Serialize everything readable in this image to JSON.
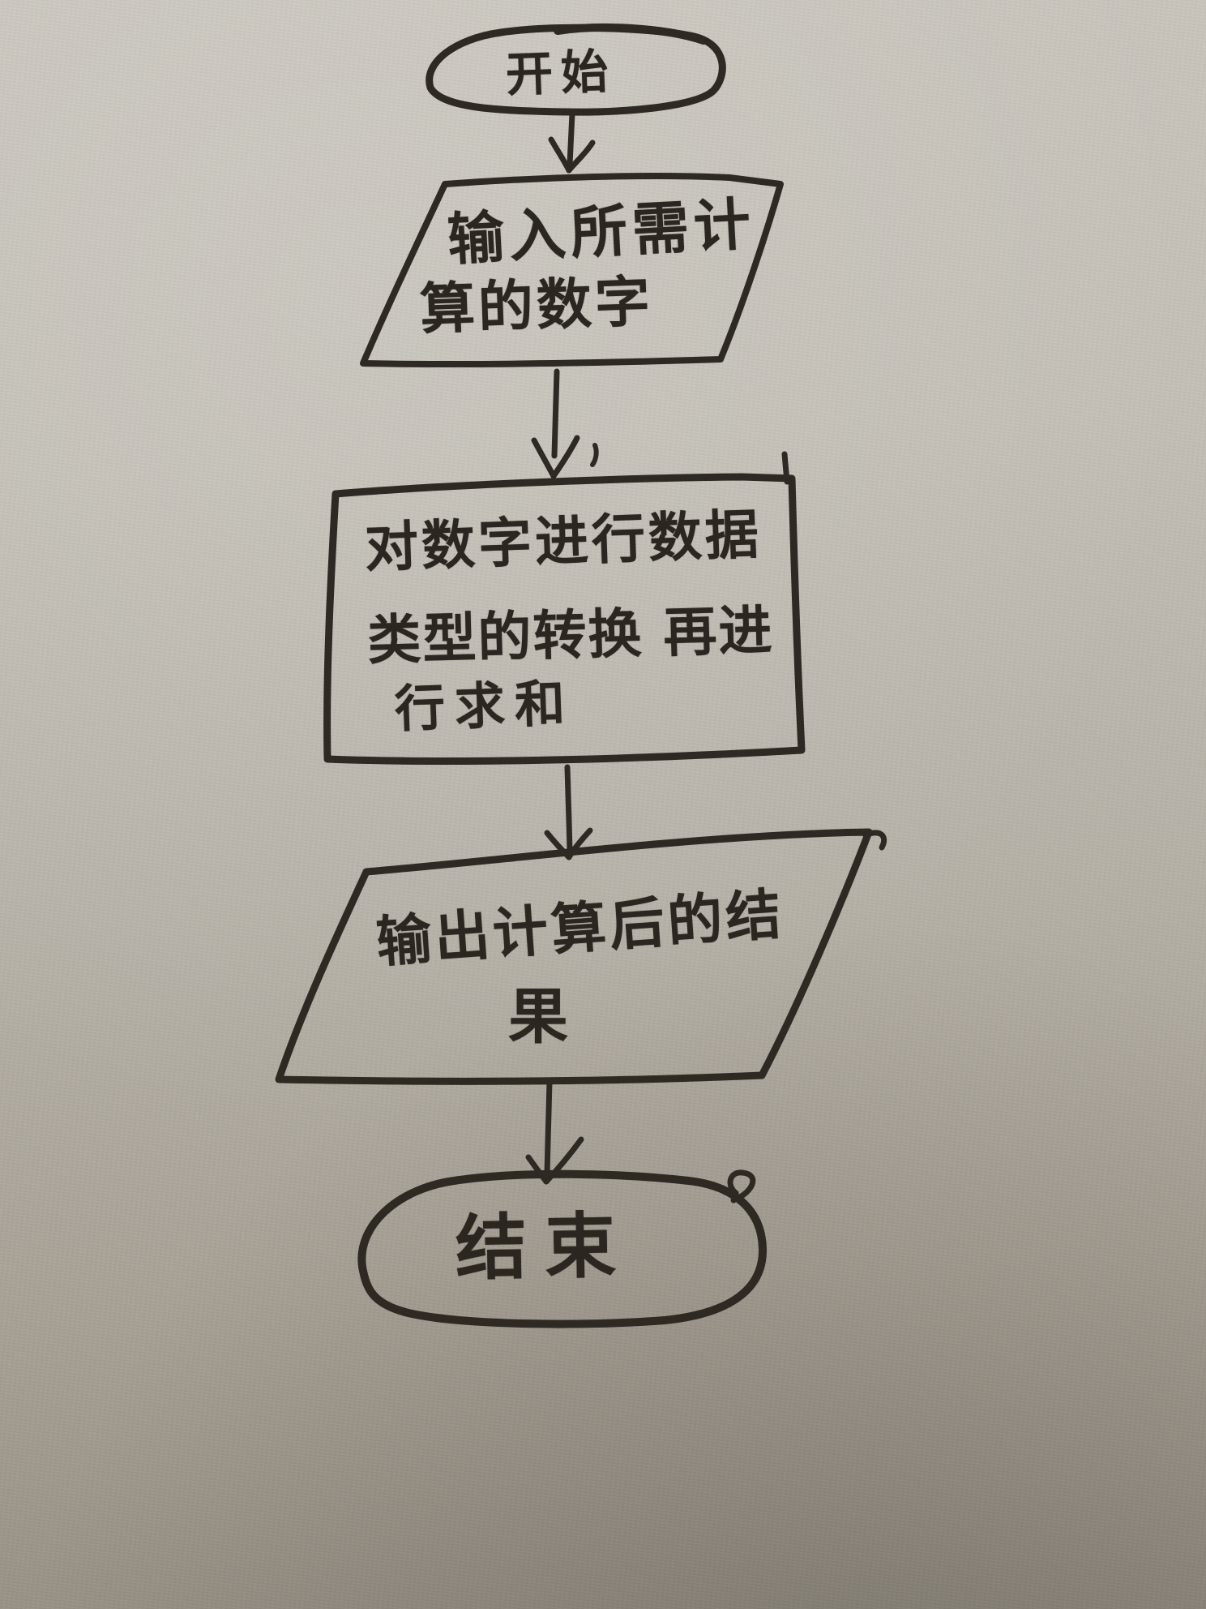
{
  "meta": {
    "description": "Photo of a hand-drawn flowchart in black marker on gray paper",
    "language": "zh-CN"
  },
  "colors": {
    "paper_top": "#cac6be",
    "paper_bottom": "#948e83",
    "ink": "#2e2922"
  },
  "flowchart": {
    "nodes": [
      {
        "id": "start",
        "shape": "oval",
        "role": "terminator",
        "label": "开始",
        "lines": [
          "开始"
        ]
      },
      {
        "id": "input",
        "shape": "parallelogram",
        "role": "input",
        "label": "输入所需计算的数字",
        "lines": [
          "输入所需计",
          "算的数字"
        ]
      },
      {
        "id": "process",
        "shape": "rectangle",
        "role": "process",
        "label": "对数字进行数据类型的转换 再进行求和",
        "lines": [
          "对数字进行数据",
          "类型的转换 再进",
          "行求和"
        ]
      },
      {
        "id": "output",
        "shape": "parallelogram",
        "role": "output",
        "label": "输出计算后的结果",
        "lines": [
          "输出计算后的结",
          "果"
        ]
      },
      {
        "id": "end",
        "shape": "oval",
        "role": "terminator",
        "label": "结束",
        "lines": [
          "结束"
        ]
      }
    ],
    "edges": [
      {
        "from": "start",
        "to": "input"
      },
      {
        "from": "input",
        "to": "process"
      },
      {
        "from": "process",
        "to": "output"
      },
      {
        "from": "output",
        "to": "end"
      }
    ]
  }
}
